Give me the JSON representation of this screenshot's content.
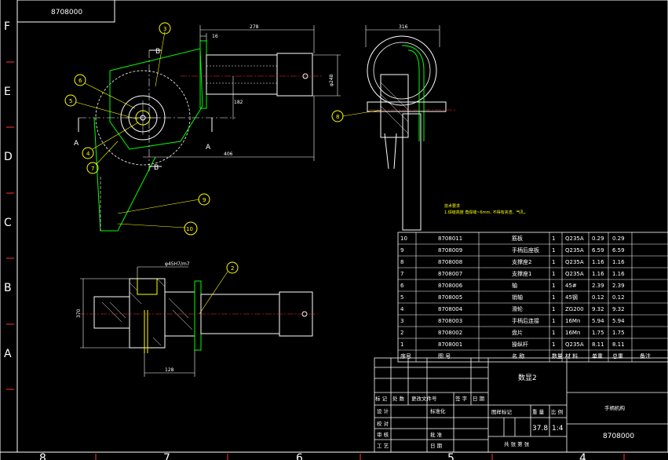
{
  "drawing_number_box": "8708000",
  "zone_letters": [
    "F",
    "E",
    "D",
    "C",
    "B",
    "A"
  ],
  "zone_numbers": [
    "8",
    "7",
    "6",
    "5",
    "4"
  ],
  "view_labels": {
    "section_a_left": "A",
    "section_a_right": "A",
    "section_b_top": "B",
    "section_b_bottom": "B"
  },
  "dimensions": {
    "top_len": "278",
    "top_flange": "16",
    "top_dia": "φ248",
    "top_offset": "182",
    "bottom_len": "406",
    "side_width": "316",
    "lower_fit": "φ45H7/m7",
    "lower_height": "370",
    "lower_len": "128"
  },
  "balloons": [
    "3",
    "6",
    "5",
    "4",
    "7",
    "9",
    "10",
    "8",
    "2"
  ],
  "tech_note": {
    "title": "技术要求",
    "line": "1.焊缝高度  角焊缝~6mm, 不得有夹渣、气孔。"
  },
  "bom": {
    "header": [
      "序号",
      "图 号",
      "名 称",
      "数量",
      "材 料",
      "单重",
      "总重",
      "备注"
    ],
    "rows": [
      [
        "10",
        "8708011",
        "筋板",
        "1",
        "Q235A",
        "0.29",
        "0.29",
        ""
      ],
      [
        "9",
        "8708009",
        "手柄后座板",
        "1",
        "Q235A",
        "6.59",
        "6.59",
        ""
      ],
      [
        "8",
        "8708008",
        "支撑座2",
        "1",
        "Q235A",
        "1.16",
        "1.16",
        ""
      ],
      [
        "7",
        "8708007",
        "支撑座1",
        "1",
        "Q235A",
        "1.16",
        "1.16",
        ""
      ],
      [
        "6",
        "8708006",
        "轴",
        "1",
        "45#",
        "2.39",
        "2.39",
        ""
      ],
      [
        "5",
        "8708005",
        "销轴",
        "1",
        "45钢",
        "0.12",
        "0.12",
        ""
      ],
      [
        "4",
        "8708004",
        "滑轮",
        "1",
        "ZG200",
        "9.32",
        "9.32",
        ""
      ],
      [
        "3",
        "8708003",
        "手柄后连接",
        "1",
        "16Mn",
        "5.94",
        "5.94",
        ""
      ],
      [
        "2",
        "8708002",
        "盘片",
        "1",
        "16Mn",
        "1.75",
        "1.75",
        ""
      ],
      [
        "1",
        "8708001",
        "操纵杆",
        "1",
        "Q235A",
        "8.11",
        "8.11",
        ""
      ]
    ]
  },
  "title_block": {
    "material": "数显2",
    "row_labels": [
      "标 记",
      "处 数",
      "更改文件号",
      "签 字",
      "日 期"
    ],
    "design": "设 计",
    "standard": "标准化",
    "check": "校 对",
    "approve_a": "审 核",
    "approve_b": "批 准",
    "process": "工 艺",
    "date": "日 期",
    "stage_label": "图样标记",
    "weight_label": "重 量",
    "scale_label": "比 例",
    "weight": "37.8",
    "scale": "1:4",
    "sheets": "共 张 第 张",
    "name": "手柄机构",
    "code": "8708000"
  }
}
